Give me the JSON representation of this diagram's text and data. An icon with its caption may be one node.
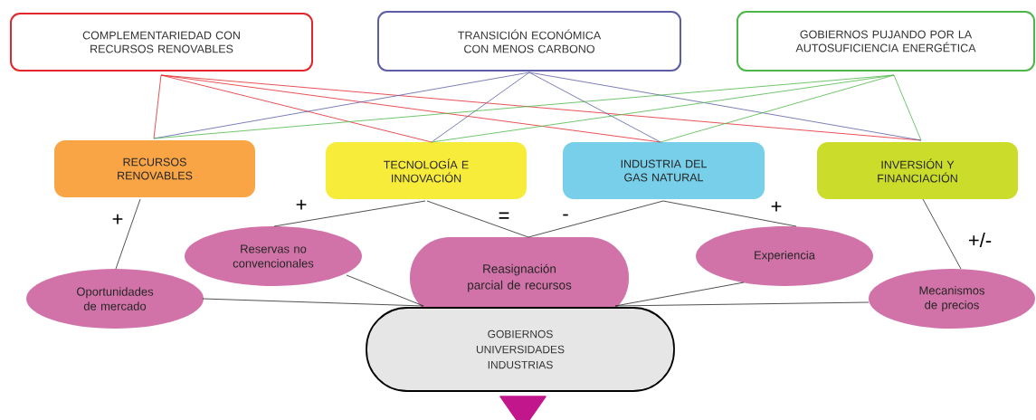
{
  "diagram": {
    "nodes": [
      {
        "text": [
          "COMPLEMENTARIEDAD CON RECURSOS RENOVABLES"
        ]
      },
      {
        "text": [
          "TRANSICIÓN ECONÓMICA CON MENOS CARBONO"
        ]
      },
      {
        "text": [
          "GOBIERNOS PUJANDO POR LA AUTOSUFICIENCIA ENERGÉTICA"
        ]
      },
      {
        "text": [
          "RECURSOS RENOVABLES"
        ]
      },
      {
        "text": [
          "TECNOLOGÍA E INNOVACIÓN"
        ]
      },
      {
        "text": [
          "INDUSTRIA DEL GAS NATURAL"
        ]
      },
      {
        "text": [
          "INVERSIÓN Y FINANCIACIÓN"
        ]
      },
      {
        "text": [
          "Reservas no convencionales"
        ]
      },
      {
        "text": [
          "Reasignación parcial de recursos"
        ]
      },
      {
        "text": [
          "Experiencia"
        ]
      },
      {
        "text": [
          "Oportunidades de mercado"
        ]
      },
      {
        "text": [
          "Mecanismos de precios"
        ]
      },
      {
        "text": [
          "GOBIERNOS UNIVERSIDADES INDUSTRIAS"
        ]
      },
      {
        "text": [],
        "shape": "triangle"
      }
    ],
    "edges": [
      {
        "from": 0,
        "to": 3,
        "arrow": "none",
        "color": "#e3262b"
      },
      {
        "from": 0,
        "to": 4,
        "arrow": "none",
        "color": "#e3262b"
      },
      {
        "from": 0,
        "to": 5,
        "arrow": "none",
        "color": "#e3262b"
      },
      {
        "from": 0,
        "to": 6,
        "arrow": "none",
        "color": "#e3262b"
      },
      {
        "from": 1,
        "to": 3,
        "arrow": "none",
        "color": "#5b5ea6"
      },
      {
        "from": 1,
        "to": 4,
        "arrow": "none",
        "color": "#5b5ea6"
      },
      {
        "from": 1,
        "to": 5,
        "arrow": "none",
        "color": "#5b5ea6"
      },
      {
        "from": 1,
        "to": 6,
        "arrow": "none",
        "color": "#5b5ea6"
      },
      {
        "from": 2,
        "to": 3,
        "arrow": "none",
        "color": "#4cb748"
      },
      {
        "from": 2,
        "to": 4,
        "arrow": "none",
        "color": "#4cb748"
      },
      {
        "from": 2,
        "to": 5,
        "arrow": "none",
        "color": "#4cb748"
      },
      {
        "from": 2,
        "to": 6,
        "arrow": "none",
        "color": "#4cb748"
      },
      {
        "from": 3,
        "to": 10,
        "arrow": "none",
        "label": "+"
      },
      {
        "from": 4,
        "to": 7,
        "arrow": "none",
        "label": "+"
      },
      {
        "from": 4,
        "to": 8,
        "arrow": "none",
        "label": "="
      },
      {
        "from": 5,
        "to": 8,
        "arrow": "none",
        "label": "-"
      },
      {
        "from": 5,
        "to": 9,
        "arrow": "none",
        "label": "+"
      },
      {
        "from": 6,
        "to": 11,
        "arrow": "none",
        "label": "+/-"
      },
      {
        "from": 10,
        "to": 12,
        "arrow": "none"
      },
      {
        "from": 7,
        "to": 12,
        "arrow": "none"
      },
      {
        "from": 9,
        "to": 12,
        "arrow": "none"
      },
      {
        "from": 11,
        "to": 12,
        "arrow": "none"
      }
    ]
  }
}
